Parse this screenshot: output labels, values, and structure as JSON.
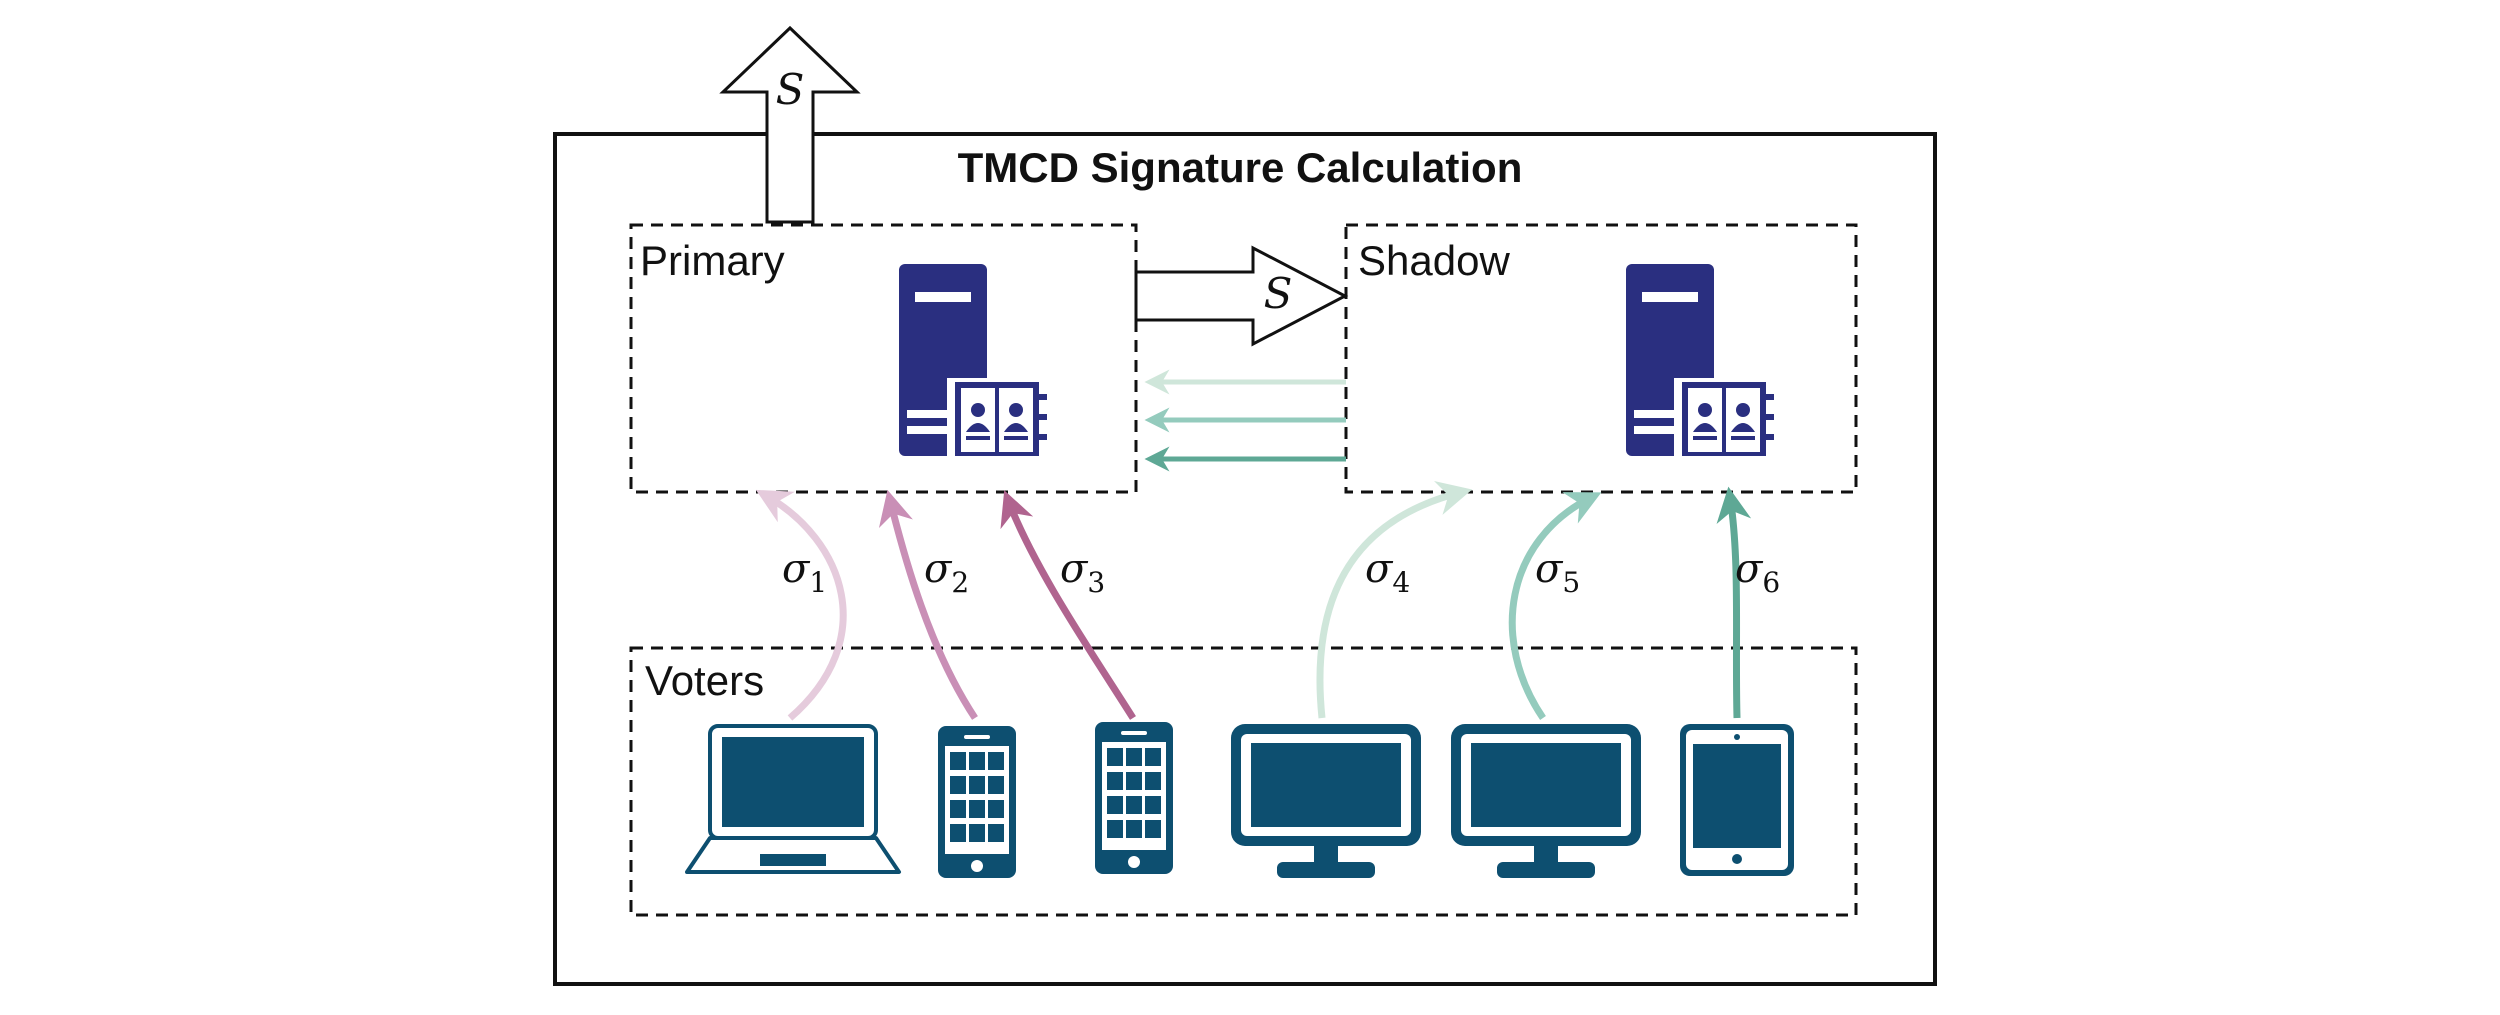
{
  "title": "TMCD Signature Calculation",
  "groups": {
    "primary": "Primary",
    "shadow": "Shadow",
    "voters": "Voters"
  },
  "flows": {
    "output_label": "S",
    "transfer_label": "S"
  },
  "signatures": [
    {
      "symbol": "σ",
      "index": "1"
    },
    {
      "symbol": "σ",
      "index": "2"
    },
    {
      "symbol": "σ",
      "index": "3"
    },
    {
      "symbol": "σ",
      "index": "4"
    },
    {
      "symbol": "σ",
      "index": "5"
    },
    {
      "symbol": "σ",
      "index": "6"
    }
  ],
  "devices": [
    "laptop",
    "smartphone",
    "smartphone",
    "desktop-monitor",
    "desktop-monitor",
    "tablet"
  ],
  "colors": {
    "server": "#2a2f80",
    "device": "#0d4f70",
    "pink_light": "#e5cbdc",
    "pink_mid": "#c98fb6",
    "pink_dark": "#b0648f",
    "teal_light": "#cfe6da",
    "teal_mid": "#94cbbd",
    "teal_dark": "#5ea895",
    "line": "#111111"
  }
}
